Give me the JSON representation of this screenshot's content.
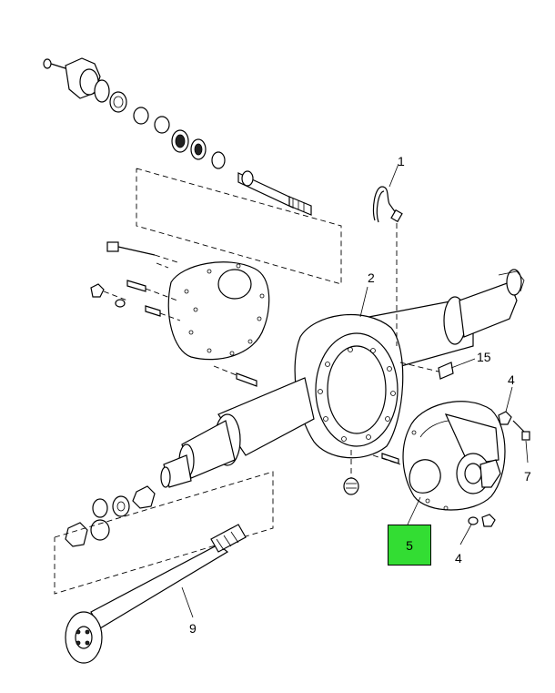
{
  "callouts": {
    "c1": "1",
    "c2": "2",
    "c4a": "4",
    "c4b": "4",
    "c5": "5",
    "c7": "7",
    "c9": "9",
    "c15": "15"
  },
  "colors": {
    "highlight": "#33dd33",
    "ink": "#000000",
    "background": "#ffffff"
  }
}
